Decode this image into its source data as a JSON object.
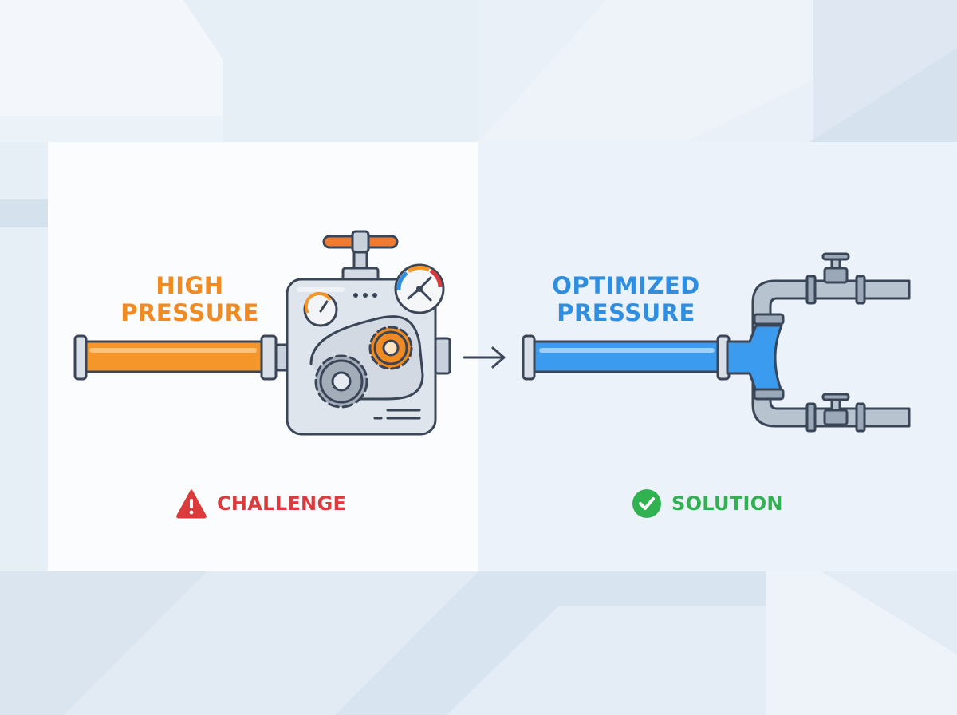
{
  "left": {
    "headline_line1": "HIGH",
    "headline_line2": "PRESSURE",
    "tag_label": "CHALLENGE",
    "tag_icon": "warning-icon",
    "pipe_color": "#f5962a"
  },
  "right": {
    "headline_line1": "OPTIMIZED",
    "headline_line2": "PRESSURE",
    "tag_label": "SOLUTION",
    "tag_icon": "check-circle-icon",
    "pipe_color": "#3b9bee"
  },
  "colors": {
    "challenge": "#dc3b3c",
    "solution": "#2fb24f",
    "high_pressure_text": "#f08a22",
    "optimized_text": "#2f8ee0",
    "outline": "#3a4658"
  }
}
